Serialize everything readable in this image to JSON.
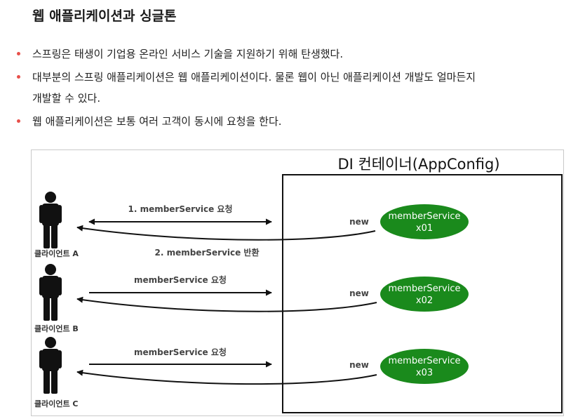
{
  "title": "웹 애플리케이션과 싱글톤",
  "bullets": [
    "스프링은 태생이 기업용 온라인 서비스 기술을 지원하기 위해 탄생했다.",
    "대부분의 스프링 애플리케이션은 웹 애플리케이션이다. 물론 웹이 아닌 애플리케이션 개발도 얼마든지",
    "개발할 수 있다.",
    "웹 애플리케이션은 보통 여러 고객이 동시에 요청을 한다."
  ],
  "diagram": {
    "container_title": "DI 컨테이너(AppConfig)",
    "rows": [
      {
        "client": "클라이언트 A",
        "request": "1. memberService 요청",
        "response": "2. memberService 반환",
        "new_label": "new",
        "node_name": "memberService",
        "node_id": "x01"
      },
      {
        "client": "클라이언트 B",
        "request": "memberService 요청",
        "new_label": "new",
        "node_name": "memberService",
        "node_id": "x02"
      },
      {
        "client": "클라이언트 C",
        "request": "memberService 요청",
        "new_label": "new",
        "node_name": "memberService",
        "node_id": "x03"
      }
    ],
    "colors": {
      "node_fill": "#1a8a1c",
      "person": "#111111",
      "arrow": "#111111",
      "bullet_dot": "#e8504a"
    }
  }
}
